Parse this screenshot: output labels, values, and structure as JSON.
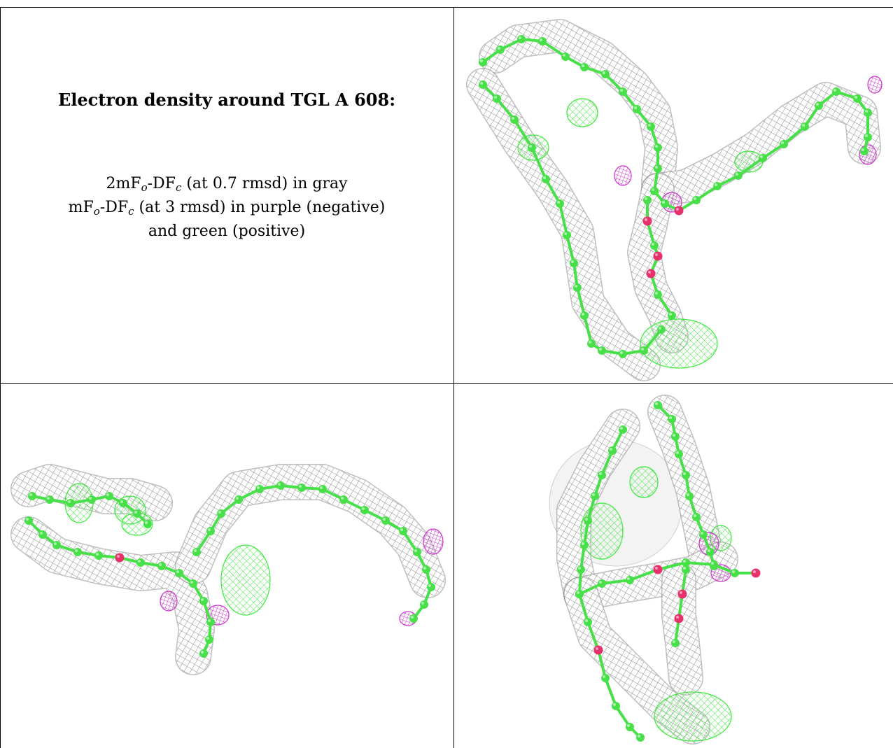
{
  "caption": {
    "title": "Electron density around TGL A 608:",
    "line1": {
      "pre": "2mF",
      "sub1": "o",
      "mid": "-DF",
      "sub2": "c",
      "post": " (at 0.7 rmsd) in gray"
    },
    "line2": {
      "pre": "mF",
      "sub1": "o",
      "mid": "-DF",
      "sub2": "c",
      "post": " (at 3 rmsd) in purple (negative)"
    },
    "line3": "and green (positive)"
  },
  "colors": {
    "carbon": "#48e048",
    "oxygen": "#e8306a",
    "mesh_2fofc": "#8a8a8a",
    "mesh_positive": "#3ee83e",
    "mesh_negative": "#cc33cc"
  },
  "panels": [
    {
      "name": "view-top-right",
      "icon": "ball-and-stick-molecule-with-mesh"
    },
    {
      "name": "view-bottom-left",
      "icon": "ball-and-stick-molecule-with-mesh"
    },
    {
      "name": "view-bottom-right",
      "icon": "ball-and-stick-molecule-with-mesh"
    }
  ]
}
